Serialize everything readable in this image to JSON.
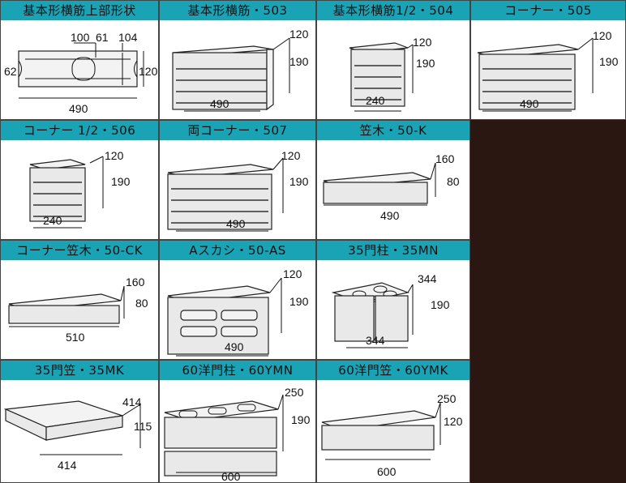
{
  "cells": [
    {
      "title": "基本形横筋上部形状",
      "dims": {
        "a": "100",
        "b": "61",
        "c": "104",
        "left": "62",
        "right": "120",
        "bottom": "490"
      }
    },
    {
      "title": "基本形横筋・503",
      "dims": {
        "depth": "120",
        "height": "190",
        "width": "490"
      }
    },
    {
      "title": "基本形横筋1/2・504",
      "dims": {
        "depth": "120",
        "height": "190",
        "width": "240"
      }
    },
    {
      "title": "コーナー・505",
      "dims": {
        "depth": "120",
        "height": "190",
        "width": "490"
      }
    },
    {
      "title": "コーナー 1/2・506",
      "dims": {
        "depth": "120",
        "height": "190",
        "width": "240"
      }
    },
    {
      "title": "両コーナー・507",
      "dims": {
        "depth": "120",
        "height": "190",
        "width": "490"
      }
    },
    {
      "title": "笠木・50-K",
      "dims": {
        "depth": "160",
        "height": "80",
        "width": "490"
      }
    },
    {
      "title": "コーナー笠木・50-CK",
      "dims": {
        "depth": "160",
        "height": "80",
        "width": "510"
      }
    },
    {
      "title": "Aスカシ・50-AS",
      "dims": {
        "depth": "120",
        "height": "190",
        "width": "490"
      }
    },
    {
      "title": "35門柱・35MN",
      "dims": {
        "depth": "344",
        "height": "190",
        "width": "344"
      }
    },
    {
      "title": "35門笠・35MK",
      "dims": {
        "depth": "414",
        "height": "115",
        "width": "414"
      }
    },
    {
      "title": "60洋門柱・60YMN",
      "dims": {
        "depth": "250",
        "height": "190",
        "width": "600"
      }
    },
    {
      "title": "60洋門笠・60YMK",
      "dims": {
        "depth": "250",
        "height": "120",
        "width": "600"
      }
    }
  ],
  "colors": {
    "header": "#1aa3b5",
    "background": "#2a1712",
    "cell": "#ffffff"
  }
}
